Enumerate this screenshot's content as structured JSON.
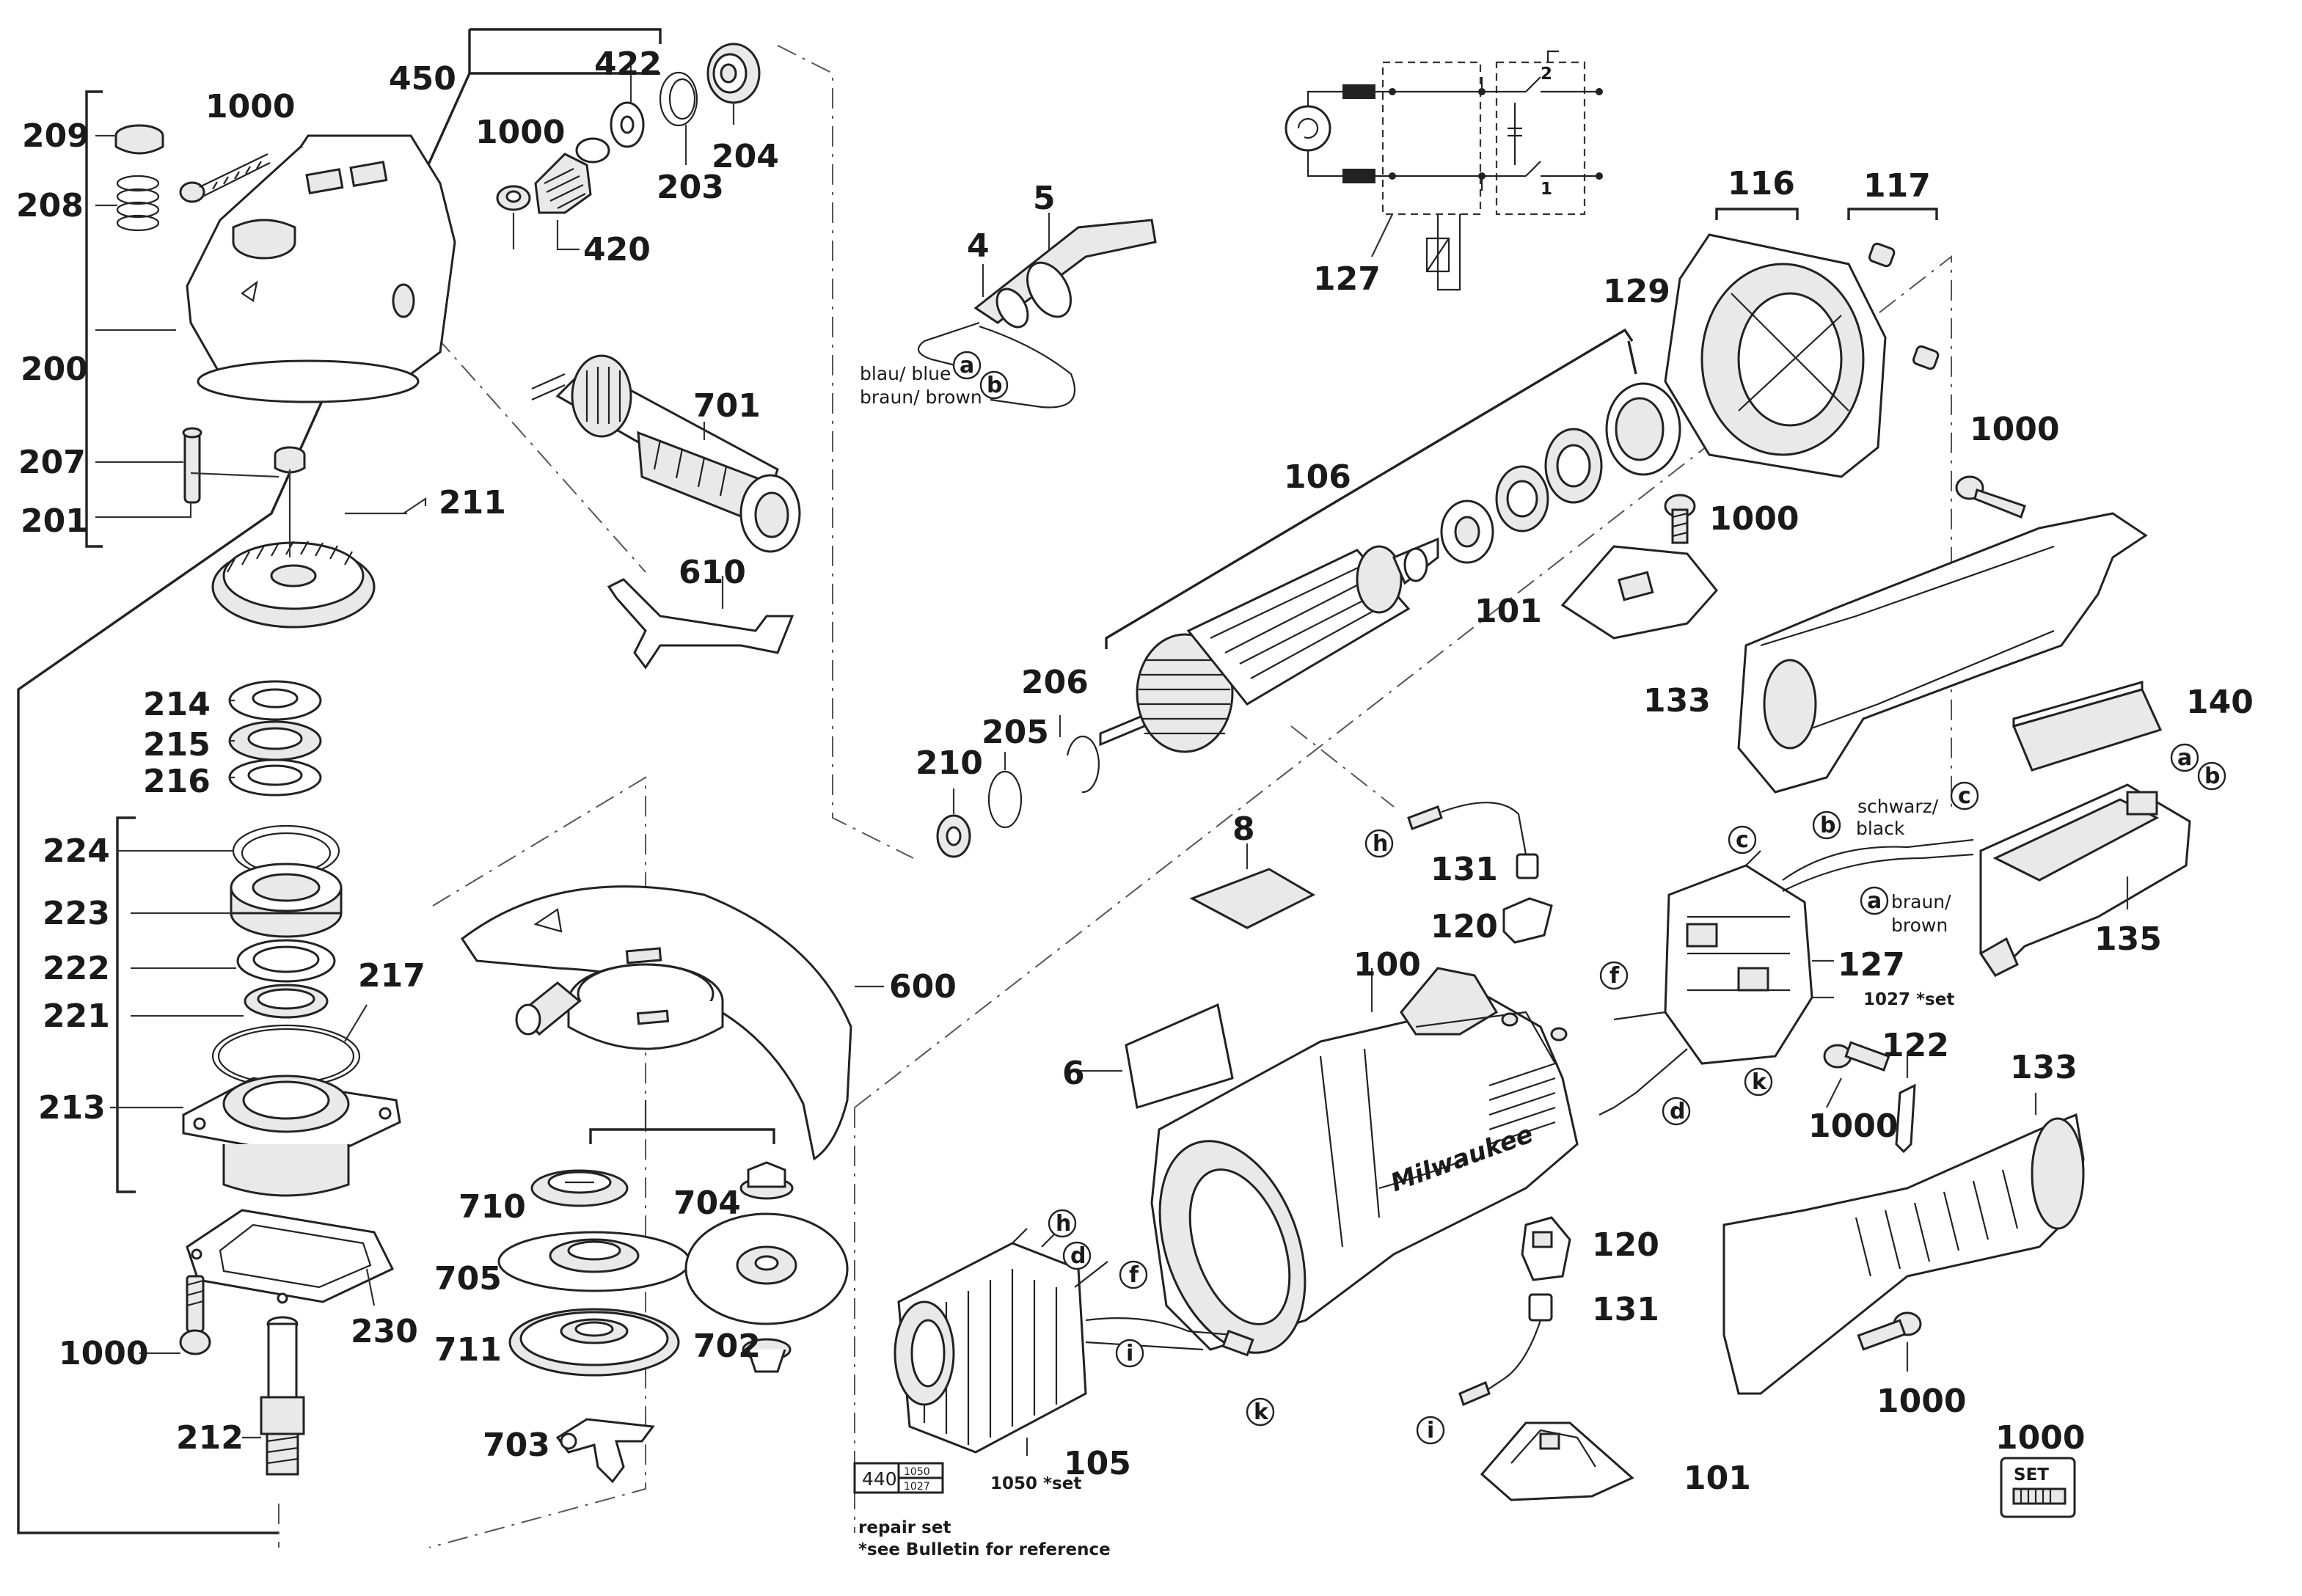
{
  "labels": {
    "n209": "209",
    "n1000_top": "1000",
    "n208": "208",
    "n450": "450",
    "n422": "422",
    "n1000_pin": "1000",
    "n203": "203",
    "n204": "204",
    "n420": "420",
    "n200": "200",
    "n207": "207",
    "n201": "201",
    "n211": "211",
    "n701": "701",
    "n610": "610",
    "n5": "5",
    "n4": "4",
    "n127_top": "127",
    "n116": "116",
    "n117": "117",
    "n129": "129",
    "n106": "106",
    "n1000_rear": "1000",
    "n1000_mid": "1000",
    "n101_top": "101",
    "n206": "206",
    "n205": "205",
    "n210": "210",
    "n214": "214",
    "n215": "215",
    "n216": "216",
    "n224": "224",
    "n223": "223",
    "n222": "222",
    "n221": "221",
    "n217": "217",
    "n213": "213",
    "n600": "600",
    "n133_top": "133",
    "n140": "140",
    "n135": "135",
    "n8": "8",
    "n131_top": "131",
    "n120_top": "120",
    "n127_mid": "127",
    "n100": "100",
    "n6": "6",
    "n122": "122",
    "n133_bot": "133",
    "n1000_122": "1000",
    "n710": "710",
    "n704": "704",
    "n705": "705",
    "n711": "711",
    "n702": "702",
    "n230": "230",
    "n1000_bot_left": "1000",
    "n212": "212",
    "n703": "703",
    "n105": "105",
    "n120_bot": "120",
    "n131_bot": "131",
    "n101_bot": "101",
    "n1000_handle": "1000",
    "n1000_set": "1000"
  },
  "notes": {
    "blue": "blau/ blue",
    "brown": "braun/ brown",
    "schwarz": "schwarz/",
    "black": "black",
    "braun_r": "braun/",
    "brown_r": "brown",
    "set1027": "1027 *set",
    "set1050": "1050 *set",
    "repair_set": "repair set",
    "bulletin": "*see Bulletin for reference",
    "box_440": "440",
    "box_1050": "1050",
    "box_1027": "1027",
    "set_word": "SET",
    "brand": "Milwaukee",
    "sw2": "2",
    "sw1": "1"
  },
  "wire_letters": {
    "a": "a",
    "b": "b",
    "c": "c",
    "d": "d",
    "f": "f",
    "h": "h",
    "i": "i",
    "k": "k"
  }
}
